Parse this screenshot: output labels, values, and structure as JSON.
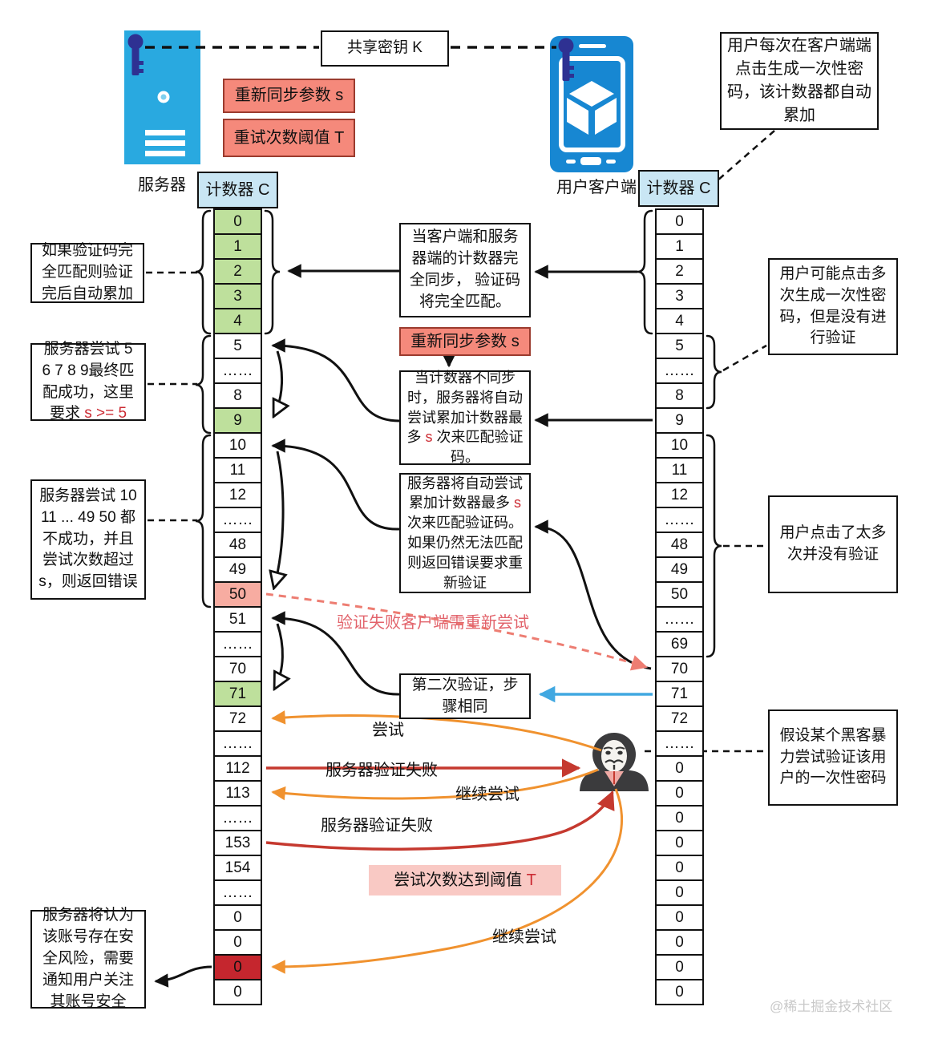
{
  "header": {
    "shared_key_label": "共享密钥 K",
    "resync_label": "重新同步参数 s",
    "retry_label": "重试次数阈值 T",
    "server_label": "服务器",
    "client_label": "用户客户端"
  },
  "counters": {
    "left": {
      "header": "计数器 C",
      "cells": [
        {
          "v": "0",
          "bg": "green"
        },
        {
          "v": "1",
          "bg": "green"
        },
        {
          "v": "2",
          "bg": "green"
        },
        {
          "v": "3",
          "bg": "green"
        },
        {
          "v": "4",
          "bg": "green"
        },
        {
          "v": "5"
        },
        {
          "v": "……"
        },
        {
          "v": "8"
        },
        {
          "v": "9",
          "bg": "green"
        },
        {
          "v": "10"
        },
        {
          "v": "11"
        },
        {
          "v": "12"
        },
        {
          "v": "……"
        },
        {
          "v": "48"
        },
        {
          "v": "49"
        },
        {
          "v": "50",
          "bg": "pink"
        },
        {
          "v": "51"
        },
        {
          "v": "……"
        },
        {
          "v": "70"
        },
        {
          "v": "71",
          "bg": "green"
        },
        {
          "v": "72"
        },
        {
          "v": "……"
        },
        {
          "v": "112"
        },
        {
          "v": "113"
        },
        {
          "v": "……"
        },
        {
          "v": "153"
        },
        {
          "v": "154"
        },
        {
          "v": "……"
        },
        {
          "v": "0"
        },
        {
          "v": "0"
        },
        {
          "v": "0",
          "bg": "redcell"
        },
        {
          "v": "0"
        }
      ]
    },
    "right": {
      "header": "计数器 C",
      "cells": [
        {
          "v": "0"
        },
        {
          "v": "1"
        },
        {
          "v": "2"
        },
        {
          "v": "3"
        },
        {
          "v": "4"
        },
        {
          "v": "5"
        },
        {
          "v": "……"
        },
        {
          "v": "8"
        },
        {
          "v": "9"
        },
        {
          "v": "10"
        },
        {
          "v": "11"
        },
        {
          "v": "12"
        },
        {
          "v": "……"
        },
        {
          "v": "48"
        },
        {
          "v": "49"
        },
        {
          "v": "50"
        },
        {
          "v": "……"
        },
        {
          "v": "69"
        },
        {
          "v": "70"
        },
        {
          "v": "71"
        },
        {
          "v": "72"
        },
        {
          "v": "……"
        },
        {
          "v": "0"
        },
        {
          "v": "0"
        },
        {
          "v": "0"
        },
        {
          "v": "0"
        },
        {
          "v": "0"
        },
        {
          "v": "0"
        },
        {
          "v": "0"
        },
        {
          "v": "0"
        },
        {
          "v": "0"
        },
        {
          "v": "0"
        }
      ]
    }
  },
  "notes": {
    "left1": "如果验证码完全匹配则验证完后自动累加",
    "left2_t": "服务器尝试 5 6 7 8 9最终匹配成功，这里要求 ",
    "left2_red": "s >= 5",
    "left3": "服务器尝试 10 11 ... 49 50 都不成功，并且尝试次数超过 s，则返回错误",
    "left4": "服务器将认为该账号存在安全风险，需要通知用户关注其账号安全",
    "center1": "当客户端和服务器端的计数器完全同步， 验证码将完全匹配。",
    "center2_t1": "当计数器不同步时，服务器将自动尝试累加计数器最多 ",
    "center2_red": "s",
    "center2_t2": " 次来匹配验证码。",
    "center3_t1": "服务器将自动尝试累加计数器最多 ",
    "center3_red": "s",
    "center3_t2": " 次来匹配验证码。如果仍然无法匹配则返回错误要求重新验证",
    "center4": "第二次验证，步骤相同",
    "right1": "用户每次在客户端端点击生成一次性密码，该计数器都自动累加",
    "right2": "用户可能点击多次生成一次性密码，但是没有进行验证",
    "right3": "用户点击了太多次并没有验证",
    "right4": "假设某个黑客暴力尝试验证该用户的一次性密码",
    "retry_fail": "验证失败客户端需重新尝试",
    "threshold_t": "尝试次数达到阈值 ",
    "threshold_red": "T"
  },
  "arrow_labels": {
    "try1": "尝试",
    "fail1": "服务器验证失败",
    "continue1": "继续尝试",
    "fail2": "服务器验证失败",
    "continue2": "继续尝试"
  },
  "watermark": "@稀土掘金技术社区",
  "colors": {
    "salmon_box": "#F5897B",
    "salmon_box_border": "#9B3B2E",
    "counter_header_blue": "#C9E6F4",
    "green_cell": "#BEE09C",
    "pink_cell": "#F7ACA1",
    "red_cell": "#C5262E",
    "orange_arrow": "#F0922F",
    "red_arrow": "#C5392F",
    "blue_arrow": "#41A8E1",
    "salmon_dashed": "#ED7D72",
    "fail_text_red": "#E2636B",
    "server_blue": "#29A9E0",
    "phone_blue": "#1787D2",
    "key_navy": "#2E3192",
    "pink_threshold_box": "#F9C9C4",
    "watermark_gray": "#C9C9C9"
  }
}
